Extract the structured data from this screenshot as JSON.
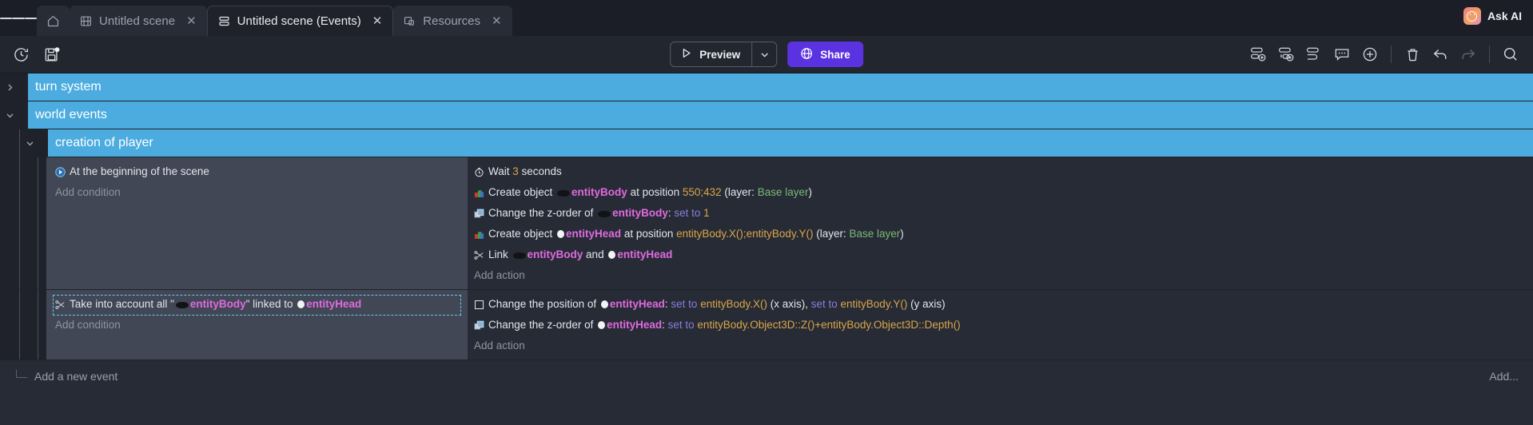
{
  "tabbar": {
    "menu_icon": "hamburger-icon",
    "tabs": [
      {
        "label": "",
        "icon": "home-icon",
        "closable": false,
        "active": false
      },
      {
        "label": "Untitled scene",
        "icon": "scene-icon",
        "closable": true,
        "active": false
      },
      {
        "label": "Untitled scene (Events)",
        "icon": "events-icon",
        "closable": true,
        "active": true
      },
      {
        "label": "Resources",
        "icon": "resources-icon",
        "closable": true,
        "active": false
      }
    ],
    "close_glyph": "✕",
    "ask_ai_label": "Ask AI"
  },
  "toolbar": {
    "history_icon": "history-clock-icon",
    "save_icon": "save-floppy-icon",
    "preview_label": "Preview",
    "preview_caret_icon": "chevron-down-icon",
    "share_label": "Share",
    "share_color": "#5b32e0",
    "right_icons": [
      "add-event-icon",
      "add-sub-event-icon",
      "add-link-event-icon",
      "add-comment-icon",
      "add-instruction-icon",
      "delete-icon",
      "undo-icon",
      "redo-icon",
      "search-icon"
    ]
  },
  "sheet": {
    "group_color": "#4cacdf",
    "groups": [
      {
        "name": "turn system",
        "expanded": false,
        "toggle_icon": "chevron-right-icon",
        "indent": 0
      },
      {
        "name": "world events",
        "expanded": true,
        "toggle_icon": "chevron-down-icon",
        "indent": 0
      },
      {
        "name": "creation of player",
        "expanded": true,
        "toggle_icon": "chevron-down-icon",
        "indent": 1
      }
    ],
    "events": [
      {
        "conditions": [
          {
            "icon": "beginning-of-scene-icon",
            "selected": false,
            "parts": [
              {
                "t": "At the beginning of the scene",
                "c": "plain"
              }
            ]
          }
        ],
        "add_condition_label": "Add condition",
        "actions": [
          {
            "icon": "wait-timer-icon",
            "selected": false,
            "parts": [
              {
                "t": "Wait ",
                "c": "plain"
              },
              {
                "t": "3",
                "c": "num"
              },
              {
                "t": " seconds",
                "c": "plain"
              }
            ]
          },
          {
            "icon": "create-object-icon",
            "selected": false,
            "parts": [
              {
                "t": "Create object ",
                "c": "plain"
              },
              {
                "t": "",
                "c": "thumb-body"
              },
              {
                "t": "entityBody",
                "c": "objname"
              },
              {
                "t": " at position ",
                "c": "plain"
              },
              {
                "t": "550;432",
                "c": "num"
              },
              {
                "t": " (layer: ",
                "c": "plain"
              },
              {
                "t": "Base layer",
                "c": "layer"
              },
              {
                "t": ")",
                "c": "plain"
              }
            ]
          },
          {
            "icon": "z-order-icon",
            "selected": false,
            "parts": [
              {
                "t": "Change the z-order of ",
                "c": "plain"
              },
              {
                "t": "",
                "c": "thumb-body"
              },
              {
                "t": "entityBody",
                "c": "objname"
              },
              {
                "t": ": ",
                "c": "plain"
              },
              {
                "t": "set to ",
                "c": "setto"
              },
              {
                "t": "1",
                "c": "num"
              }
            ]
          },
          {
            "icon": "create-object-icon",
            "selected": false,
            "parts": [
              {
                "t": "Create object ",
                "c": "plain"
              },
              {
                "t": "",
                "c": "thumb-head"
              },
              {
                "t": "entityHead",
                "c": "objname"
              },
              {
                "t": " at position ",
                "c": "plain"
              },
              {
                "t": "entityBody.X();entityBody.Y()",
                "c": "expr"
              },
              {
                "t": " (layer: ",
                "c": "plain"
              },
              {
                "t": "Base layer",
                "c": "layer"
              },
              {
                "t": ")",
                "c": "plain"
              }
            ]
          },
          {
            "icon": "link-objects-icon",
            "selected": false,
            "parts": [
              {
                "t": "Link ",
                "c": "plain"
              },
              {
                "t": "",
                "c": "thumb-body"
              },
              {
                "t": "entityBody",
                "c": "objname"
              },
              {
                "t": " and ",
                "c": "plain"
              },
              {
                "t": "",
                "c": "thumb-head"
              },
              {
                "t": "entityHead",
                "c": "objname"
              }
            ]
          }
        ],
        "add_action_label": "Add action"
      },
      {
        "conditions": [
          {
            "icon": "link-objects-icon",
            "selected": true,
            "parts": [
              {
                "t": "Take into account all \"",
                "c": "plain"
              },
              {
                "t": "",
                "c": "thumb-body"
              },
              {
                "t": "entityBody",
                "c": "objname"
              },
              {
                "t": "\" linked to ",
                "c": "plain"
              },
              {
                "t": "",
                "c": "thumb-head"
              },
              {
                "t": "entityHead",
                "c": "objname"
              }
            ]
          }
        ],
        "add_condition_label": "Add condition",
        "actions": [
          {
            "icon": "position-icon",
            "selected": false,
            "parts": [
              {
                "t": "Change the position of ",
                "c": "plain"
              },
              {
                "t": "",
                "c": "thumb-head"
              },
              {
                "t": "entityHead",
                "c": "objname"
              },
              {
                "t": ": ",
                "c": "plain"
              },
              {
                "t": "set to ",
                "c": "setto"
              },
              {
                "t": "entityBody.X()",
                "c": "expr"
              },
              {
                "t": " (x axis), ",
                "c": "plain"
              },
              {
                "t": "set to ",
                "c": "setto"
              },
              {
                "t": "entityBody.Y()",
                "c": "expr"
              },
              {
                "t": " (y axis)",
                "c": "plain"
              }
            ]
          },
          {
            "icon": "z-order-icon",
            "selected": false,
            "parts": [
              {
                "t": "Change the z-order of ",
                "c": "plain"
              },
              {
                "t": "",
                "c": "thumb-head"
              },
              {
                "t": "entityHead",
                "c": "objname"
              },
              {
                "t": ": ",
                "c": "plain"
              },
              {
                "t": "set to ",
                "c": "setto"
              },
              {
                "t": "entityBody.Object3D::Z()+entityBody.Object3D::Depth()",
                "c": "expr"
              }
            ]
          }
        ],
        "add_action_label": "Add action"
      }
    ],
    "add_new_event_label": "Add a new event",
    "add_right_label": "Add..."
  }
}
